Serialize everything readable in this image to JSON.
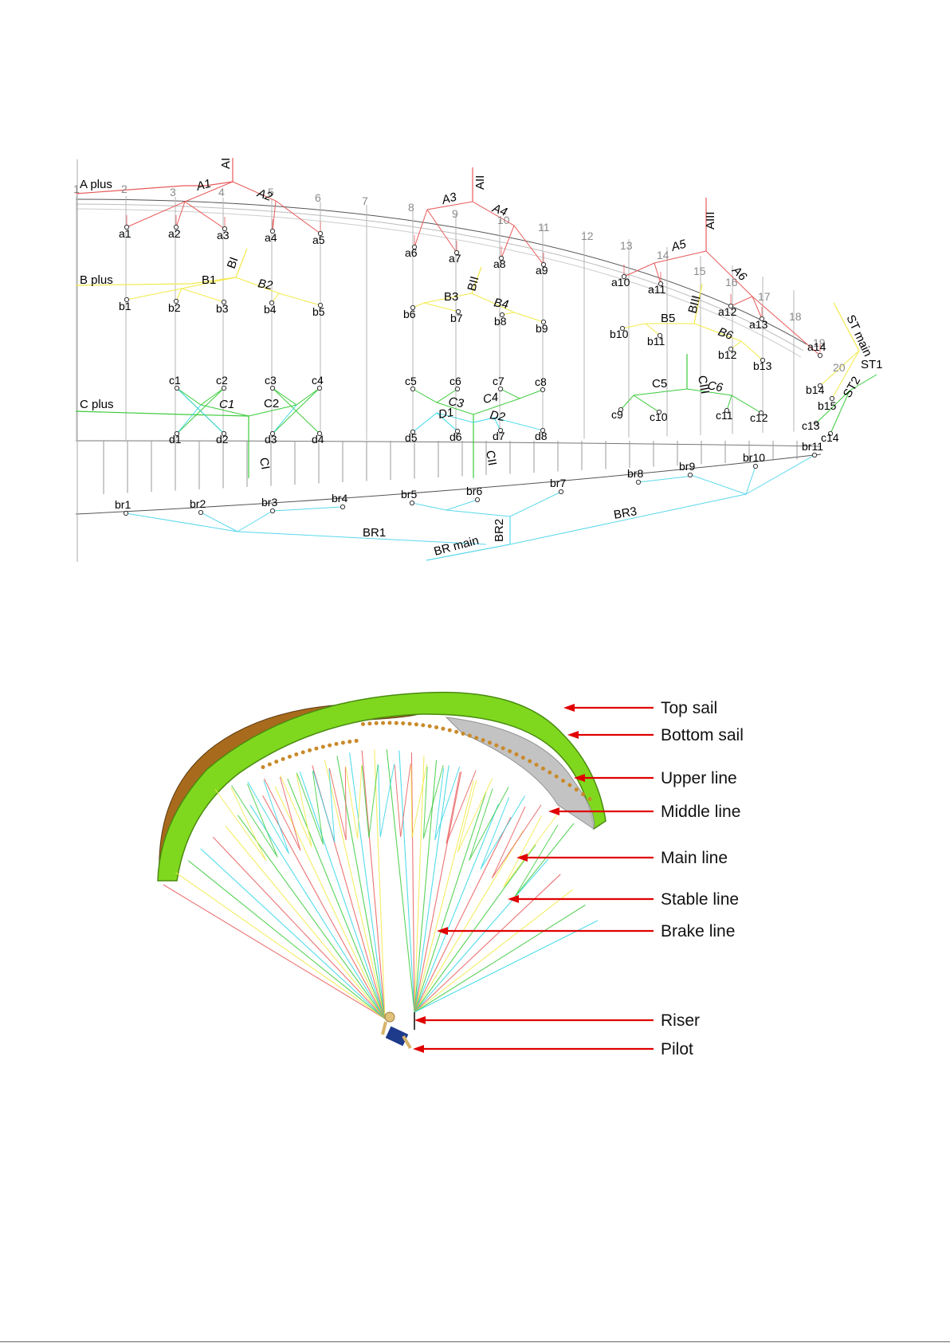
{
  "colors": {
    "a_line": "#e85a5a",
    "b_line": "#f2ea4a",
    "c_line": "#3ccb3c",
    "d_line": "#33d6e6",
    "brake_line": "#5ad8ec",
    "grid": "#9a9a9a",
    "pointer": "#e00000",
    "canopy_top": "#7fd81e",
    "canopy_under": "#a86a1c"
  },
  "rib_numbers": [
    "1",
    "2",
    "3",
    "4",
    "5",
    "6",
    "7",
    "8",
    "9",
    "10",
    "11",
    "12",
    "13",
    "14",
    "15",
    "16",
    "17",
    "18",
    "19",
    "20"
  ],
  "a_nodes": [
    "a1",
    "a2",
    "a3",
    "a4",
    "a5",
    "a6",
    "a7",
    "a8",
    "a9",
    "a10",
    "a11",
    "a12",
    "a13",
    "a14"
  ],
  "b_nodes": [
    "b1",
    "b2",
    "b3",
    "b4",
    "b5",
    "b6",
    "b7",
    "b8",
    "b9",
    "b10",
    "b11",
    "b12",
    "b13",
    "b14",
    "b15"
  ],
  "c_nodes": [
    "c1",
    "c2",
    "c3",
    "c4",
    "c5",
    "c6",
    "c7",
    "c8",
    "c9",
    "c10",
    "c11",
    "c12",
    "c13",
    "c14"
  ],
  "d_nodes": [
    "d1",
    "d2",
    "d3",
    "d4",
    "d5",
    "d6",
    "d7",
    "d8"
  ],
  "br_nodes": [
    "br1",
    "br2",
    "br3",
    "br4",
    "br5",
    "br6",
    "br7",
    "br8",
    "br9",
    "br10",
    "br11"
  ],
  "line_labels": {
    "a_plus": "A plus",
    "b_plus": "B plus",
    "c_plus": "C plus",
    "ai": "AI",
    "aii": "AII",
    "aiii": "AIII",
    "a1": "A1",
    "a2": "A2",
    "a3": "A3",
    "a4": "A4",
    "a5": "A5",
    "a6": "A6",
    "bi": "BI",
    "bii": "BII",
    "biii": "BIII",
    "b1": "B1",
    "b2": "B2",
    "b3": "B3",
    "b4": "B4",
    "b5": "B5",
    "b6": "B6",
    "ci": "CI",
    "cii": "CII",
    "ciii": "CIII",
    "c1": "C1",
    "c2": "C2",
    "c3": "C3",
    "c4": "C4",
    "c5": "C5",
    "c6": "C6",
    "d1": "D1",
    "d2": "D2",
    "st_main": "ST main",
    "st1": "ST1",
    "st2": "ST2",
    "br1": "BR1",
    "br2": "BR2",
    "br3": "BR3",
    "br_main": "BR main"
  },
  "legend": [
    "Top sail",
    "Bottom sail",
    "Upper line",
    "Middle line",
    "Main line",
    "Stable line",
    "Brake line",
    "Riser",
    "Pilot"
  ]
}
